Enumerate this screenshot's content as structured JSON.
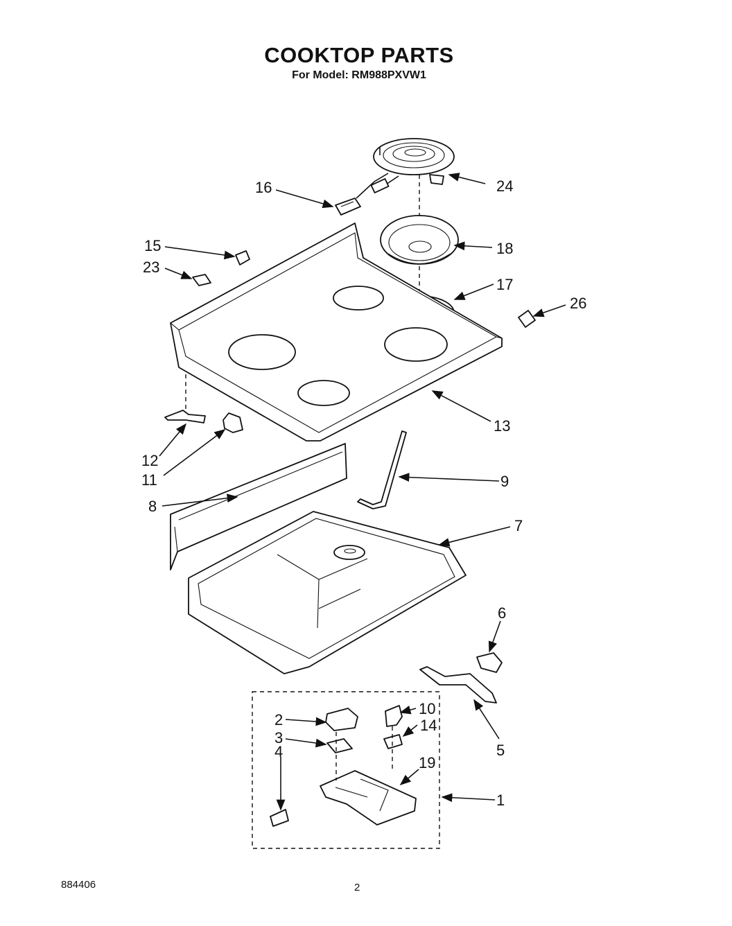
{
  "title": "COOKTOP PARTS",
  "subtitle": "For Model: RM988PXVW1",
  "footer": {
    "code": "884406",
    "page": "2"
  },
  "labels": [
    "1",
    "2",
    "3",
    "4",
    "5",
    "6",
    "7",
    "8",
    "9",
    "10",
    "11",
    "12",
    "13",
    "14",
    "15",
    "16",
    "17",
    "18",
    "19",
    "23",
    "24",
    "26"
  ]
}
